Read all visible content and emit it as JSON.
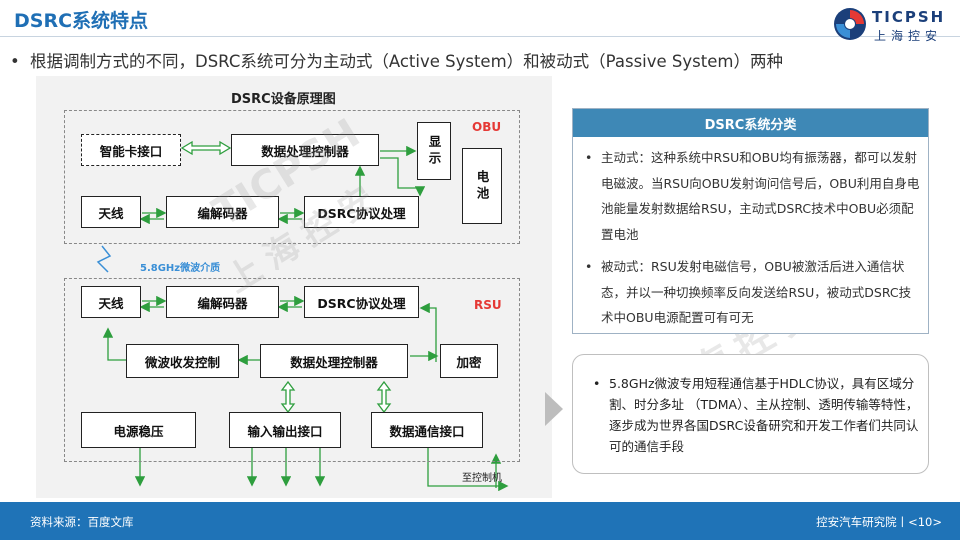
{
  "header": {
    "title": "DSRC系统特点",
    "logo_text": "TICPSH",
    "logo_sub": "上海控安"
  },
  "intro_bullet": "根据调制方式的不同，DSRC系统可分为主动式（Active System）和被动式（Passive System）两种",
  "diagram": {
    "title": "DSRC设备原理图",
    "obu_label": "OBU",
    "rsu_label": "RSU",
    "medium_label": "5.8GHz微波介质",
    "to_controller_label": "至控制机",
    "obu_boxes": {
      "smart_card": "智能卡接口",
      "data_ctrl": "数据处理控制器",
      "display": "显示",
      "battery": "电池",
      "antenna": "天线",
      "codec": "编解码器",
      "protocol": "DSRC协议处理"
    },
    "rsu_boxes": {
      "antenna": "天线",
      "codec": "编解码器",
      "protocol": "DSRC协议处理",
      "microwave": "微波收发控制",
      "data_ctrl": "数据处理控制器",
      "encrypt": "加密",
      "power": "电源稳压",
      "io": "输入输出接口",
      "comm": "数据通信接口"
    }
  },
  "classification": {
    "heading": "DSRC系统分类",
    "items": [
      "主动式：这种系统中RSU和OBU均有振荡器，都可以发射电磁波。当RSU向OBU发射询问信号后，OBU利用自身电池能量发射数据给RSU，主动式DSRC技术中OBU必须配置电池",
      "被动式：RSU发射电磁信号，OBU被激活后进入通信状态，并以一种切换频率反向发送给RSU，被动式DSRC技术中OBU电源配置可有可无"
    ]
  },
  "note": "5.8GHz微波专用短程通信基于HDLC协议，具有区域分割、时分多址 （TDMA）、主从控制、透明传输等特性，逐步成为世界各国DSRC设备研究和开发工作者们共同认可的通信手段",
  "footer": {
    "source": "资料来源：百度文库",
    "org": "控安汽车研究院丨<10>"
  },
  "colors": {
    "brand_blue": "#1f73b7",
    "title_blue": "#1f6fb5",
    "header_teal": "#3e88b6",
    "arrow_green": "#2e9e3e",
    "label_red": "#e53935"
  }
}
